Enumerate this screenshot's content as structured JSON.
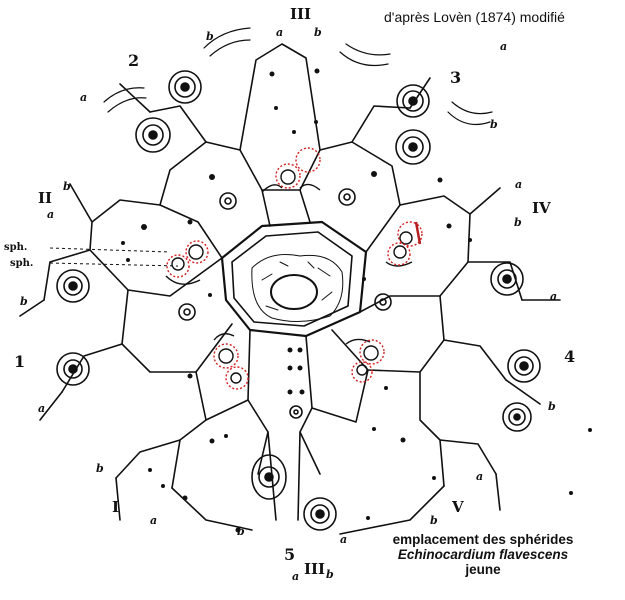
{
  "credit": "d'après Lovèn (1874) modifié",
  "caption": {
    "line1": "emplacement des sphérides",
    "line2": "Echinocardium flavescens",
    "line3": "jeune"
  },
  "sph_labels": [
    "sph.",
    "sph."
  ],
  "ambulacra_labels": [
    "III",
    "II",
    "IV",
    "I",
    "V",
    "III"
  ],
  "interambulacra_labels": [
    "1",
    "2",
    "3",
    "4",
    "5"
  ],
  "plate_letters": [
    "a",
    "b"
  ],
  "colors": {
    "ink": "#111111",
    "spheridium_marker": "#d42020",
    "highlight": "#b52020"
  }
}
